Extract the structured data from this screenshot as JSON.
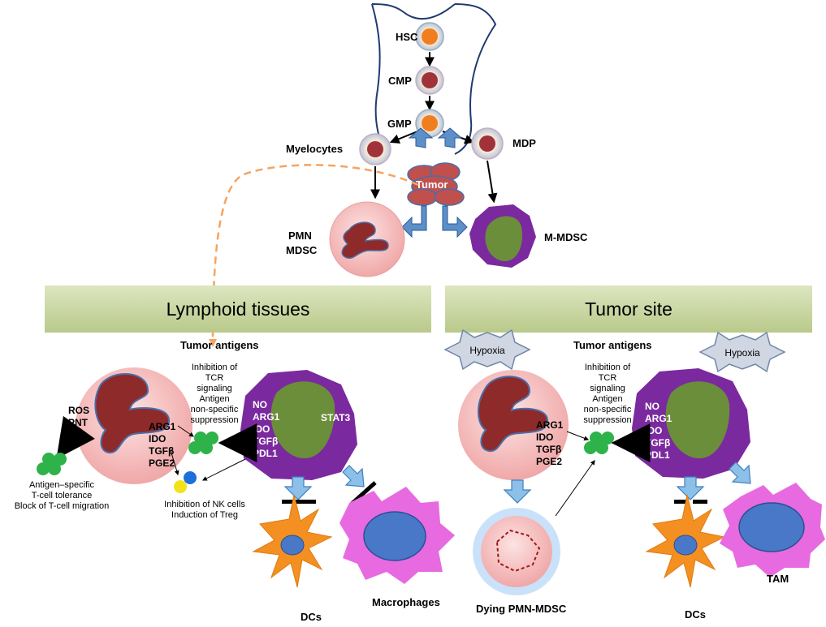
{
  "hematopoiesis": {
    "hsc": "HSC",
    "cmp": "CMP",
    "gmp": "GMP",
    "myelocytes": "Myelocytes",
    "mdp": "MDP",
    "tumor": "Tumor",
    "pmn_mdsc_line1": "PMN",
    "pmn_mdsc_line2": "MDSC",
    "m_mdsc": "M-MDSC"
  },
  "lymphoid": {
    "header": "Lymphoid tissues",
    "tumor_antigens": "Tumor antigens",
    "ros": "ROS",
    "pnt": "PNT",
    "pmn_factors": [
      "ARG1",
      "IDO",
      "TGFβ",
      "PGE2"
    ],
    "mmdsc_factors": [
      "NO",
      "ARG1",
      "IDO",
      "TGFβ",
      "PDL1"
    ],
    "stat3": "STAT3",
    "tcr_note": [
      "Inhibition of",
      "TCR",
      "signaling",
      "Antigen",
      "non-specific",
      "suppression"
    ],
    "tcell_note": [
      "Antigen–specific",
      "T-cell tolerance",
      "Block of T-cell migration"
    ],
    "nk_note": [
      "Inhibition of NK cells",
      "Induction of Treg"
    ],
    "dcs": "DCs",
    "macrophages": "Macrophages"
  },
  "tumor_site": {
    "header": "Tumor site",
    "hypoxia_left": "Hypoxia",
    "hypoxia_right": "Hypoxia",
    "tumor_antigens": "Tumor antigens",
    "tcr_note": [
      "Inhibition of",
      "TCR",
      "signaling",
      "Antigen",
      "non-specific",
      "suppression"
    ],
    "pmn_factors": [
      "ARG1",
      "IDO",
      "TGFβ",
      "PGE2"
    ],
    "mmdsc_factors": [
      "NO",
      "ARG1",
      "IDO",
      "TGFβ",
      "PDL1"
    ],
    "dying": "Dying PMN-MDSC",
    "dcs": "DCs",
    "tam": "TAM"
  },
  "colors": {
    "header_band": "#c9d7a4",
    "pmn_cell": "#f7c5c5",
    "nucleus_dark": "#8e2a2a",
    "mdsc_purple": "#7a2a9e",
    "mdsc_core": "#6b8e3a",
    "macrophage_pink": "#e86ae0",
    "dc_orange": "#f39021",
    "arrow_blue": "#6fa8d8",
    "tumor_red": "#c0504d",
    "dashed_orange": "#f4a460"
  }
}
